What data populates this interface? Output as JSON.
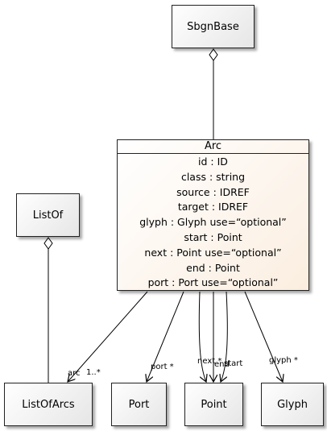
{
  "classes": {
    "sbgnbase": "SbgnBase",
    "listof": "ListOf",
    "arc": "Arc",
    "listofarcs": "ListOfArcs",
    "port": "Port",
    "point": "Point",
    "glyph": "Glyph"
  },
  "arc_attributes": [
    "id : ID",
    "class : string",
    "source : IDREF",
    "target : IDREF",
    "glyph : Glyph use=“optional”",
    "start : Point",
    "next : Point use=“optional”",
    "end : Point",
    "port : Port use=“optional”"
  ],
  "edge_labels": {
    "arc": "arc",
    "arc_multiplicity": "1..*",
    "port": "port *",
    "next": "next *",
    "end": "end",
    "start": "start",
    "glyph": "glyph *"
  }
}
